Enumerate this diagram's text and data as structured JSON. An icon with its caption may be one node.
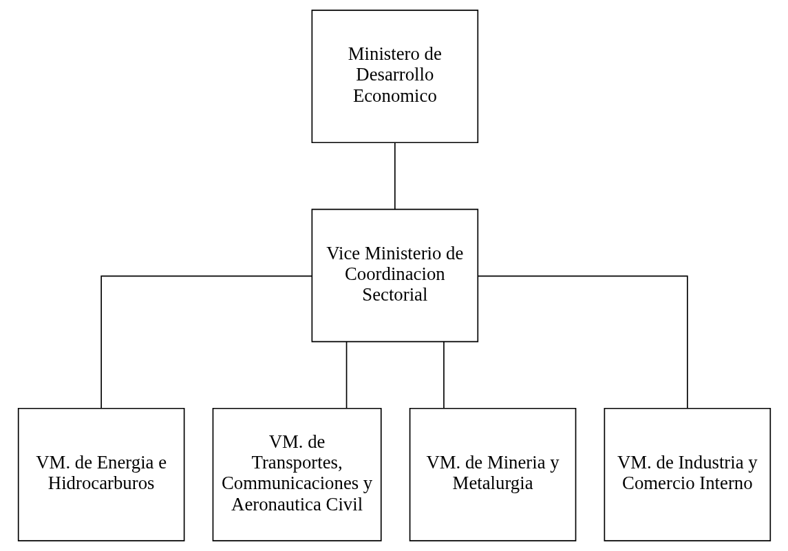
{
  "diagram": {
    "nodes": [
      {
        "text": [
          "Ministero de Desarrollo Economico"
        ]
      },
      {
        "text": [
          "Vice Ministerio de Coordinacion Sectorial"
        ]
      },
      {
        "text": [
          "VM. de Energia e Hidrocarburos"
        ]
      },
      {
        "text": [
          "VM. de Transportes, Communicaciones y Aeronautica Civil"
        ]
      },
      {
        "text": [
          "VM. de Mineria y Metalurgia"
        ]
      },
      {
        "text": [
          "VM. de Industria y Comercio Interno"
        ]
      }
    ],
    "edges": [
      {
        "from": 0,
        "to": 1,
        "arrow": "none"
      },
      {
        "from": 1,
        "to": 2,
        "arrow": "none"
      },
      {
        "from": 1,
        "to": 3,
        "arrow": "none"
      },
      {
        "from": 1,
        "to": 4,
        "arrow": "none"
      },
      {
        "from": 1,
        "to": 5,
        "arrow": "none"
      }
    ]
  }
}
